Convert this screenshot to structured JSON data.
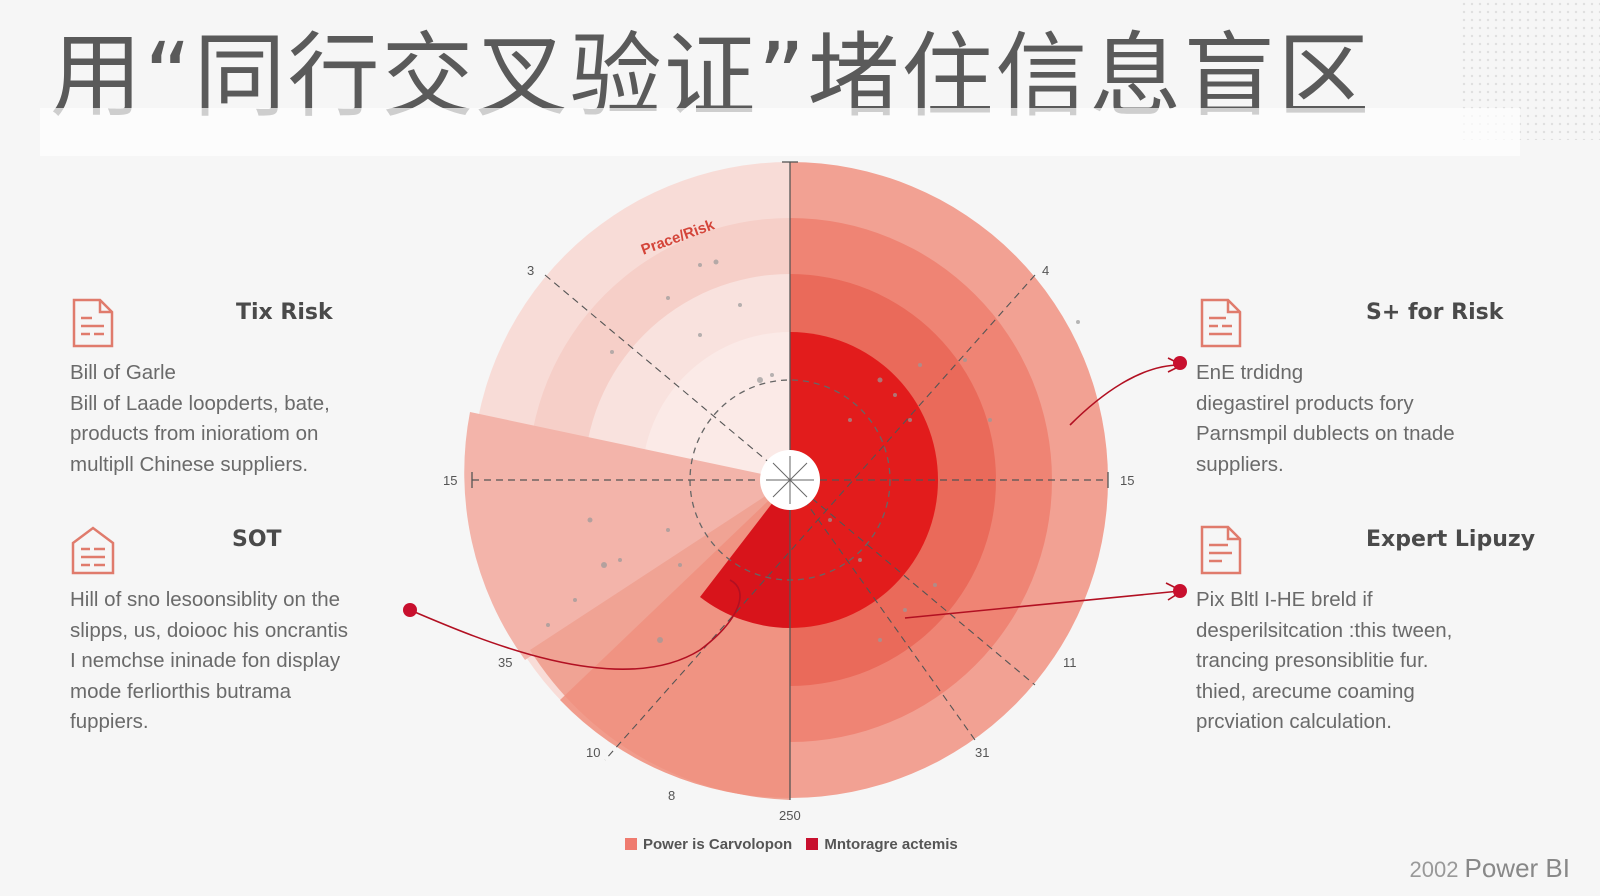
{
  "title": "用“同行交叉验证”堵住信息盲区",
  "diagram": {
    "arc_label": "Prace/Risk",
    "tick_labels": {
      "top_left": "3",
      "top_right": "4",
      "left": "15",
      "right": "15",
      "bottom_left": "35",
      "bottom_right": "11",
      "lower_left": "10",
      "lower_right": "31",
      "bottom": "8",
      "bottom_axis": "250"
    }
  },
  "blocks": {
    "top_left": {
      "heading": "Tix Risk",
      "lines": [
        "Bill of Garle",
        "Bill of Laade loopderts, bate,",
        "products from inioratiom on",
        "multipll Chinese suppliers."
      ]
    },
    "bottom_left": {
      "heading": "SOT",
      "lines": [
        "Hill of sno lesoonsiblity on the",
        "slipps, us, doiooc his oncrantis",
        "I nemchse ininade fon display",
        "mode ferliorthis butrama",
        "fuppiers."
      ]
    },
    "top_right": {
      "heading": "S+ for Risk",
      "lines": [
        "EnE trdidng",
        "diegastirel products fory",
        "Parnsmpil dublects on tnade",
        "suppliers."
      ]
    },
    "bottom_right": {
      "heading": "Expert Lipuzy",
      "lines": [
        "Pix Bltl I-HE breld if",
        "desperilsitcation :this tween,",
        "trancing presonsiblitie fur.",
        "thied, arecume coaming",
        "prcviation calculation."
      ]
    }
  },
  "legend": [
    {
      "label": "Power is Carvolopon",
      "color": "#ef7b6f"
    },
    {
      "label": "Mntoragre actemis",
      "color": "#c8102e"
    }
  ],
  "footer": {
    "year": "2002",
    "brand": "Power BI"
  },
  "colors": {
    "accent": "#c8102e",
    "ring_light": "#f8d9d4",
    "ring_mid": "#f29a8c",
    "ring_dark": "#e0201e"
  }
}
